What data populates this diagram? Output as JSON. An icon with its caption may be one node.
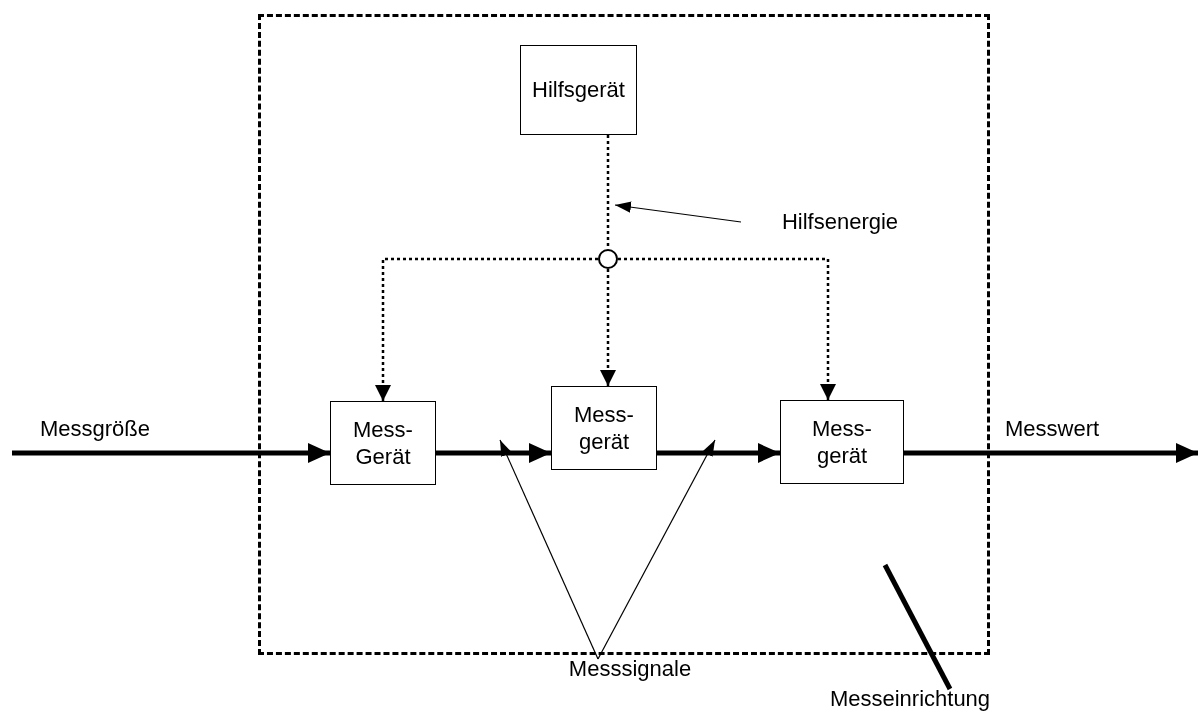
{
  "diagram": {
    "nodes": [
      {
        "text": [],
        "shape": "box"
      },
      {
        "text": [
          "Hilfsgerät"
        ],
        "in": 0
      },
      {
        "text": [],
        "shape": "circle",
        "in": 0
      },
      {
        "text": [
          "Mess- Gerät"
        ],
        "in": 0
      },
      {
        "text": [
          "Mess- gerät"
        ],
        "in": 0
      },
      {
        "text": [
          "Mess- gerät"
        ],
        "in": 0
      },
      {
        "text": [
          "Hilfsenergie"
        ],
        "in": 0
      },
      {
        "text": [
          "Messsignale"
        ]
      },
      {
        "text": [
          "Messeinrichtung"
        ]
      }
    ],
    "edges": [
      {
        "from": null,
        "to": 3,
        "arrow": "to",
        "label": "Messgröße",
        "style": "thick"
      },
      {
        "from": 3,
        "to": 4,
        "arrow": "to",
        "style": "thick"
      },
      {
        "from": 4,
        "to": 5,
        "arrow": "to",
        "style": "thick"
      },
      {
        "from": 5,
        "to": null,
        "arrow": "to",
        "label": "Messwert",
        "style": "thick"
      },
      {
        "from": 1,
        "to": 2,
        "arrow": "none",
        "style": "dashed"
      },
      {
        "from": 2,
        "to": 3,
        "arrow": "to",
        "style": "dashed"
      },
      {
        "from": 2,
        "to": 4,
        "arrow": "to",
        "style": "dashed"
      },
      {
        "from": 2,
        "to": 5,
        "arrow": "to",
        "style": "dashed"
      },
      {
        "from": 6,
        "to": null,
        "arrow": "to"
      },
      {
        "from": 7,
        "to": null,
        "arrow": "to"
      },
      {
        "from": 7,
        "to": null,
        "arrow": "to"
      },
      {
        "from": 8,
        "to": 0,
        "arrow": "none",
        "style": "thick"
      }
    ]
  }
}
